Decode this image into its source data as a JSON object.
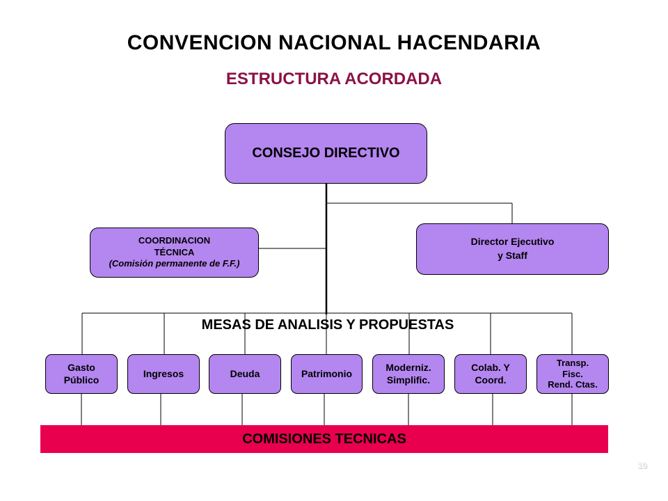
{
  "header": {
    "title": "CONVENCION  NACIONAL  HACENDARIA",
    "subtitle": "ESTRUCTURA ACORDADA"
  },
  "nodes": {
    "consejo": "CONSEJO DIRECTIVO",
    "coordinacion_line1": "COORDINACION\nTÉCNICA",
    "coordinacion_line2": "(Comisión permanente de F.F.)",
    "director": "Director Ejecutivo\ny Staff",
    "mesas_label": "MESAS DE ANALISIS Y PROPUESTAS"
  },
  "mesas": [
    "Gasto\nPúblico",
    "Ingresos",
    "Deuda",
    "Patrimonio",
    "Moderniz.\nSimplific.",
    "Colab. Y\nCoord.",
    "Transp.\nFisc.\nRend. Ctas."
  ],
  "banner": "COMISIONES TECNICAS",
  "page_number": "10",
  "colors": {
    "box_fill": "#b486f0",
    "subtitle": "#8b1146",
    "banner": "#e8004f"
  }
}
